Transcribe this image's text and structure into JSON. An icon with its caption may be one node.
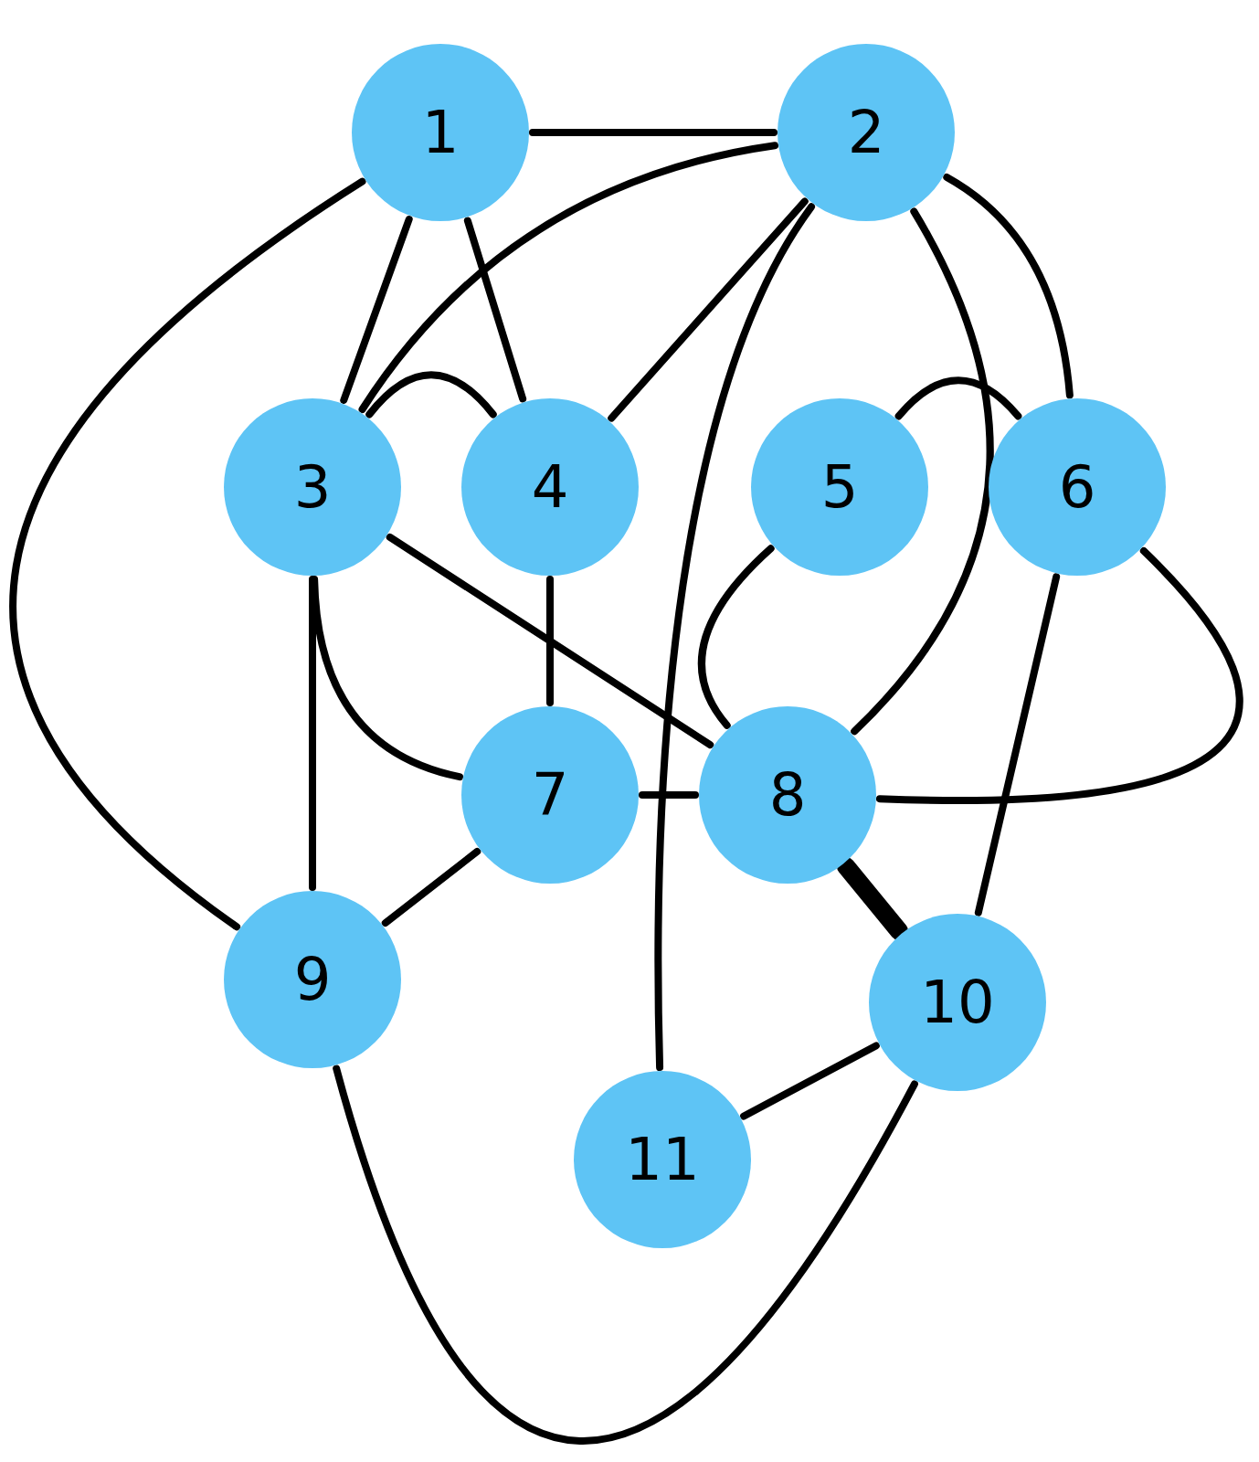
{
  "diagram": {
    "nodes": [
      {
        "text": [
          "1"
        ]
      },
      {
        "text": [
          "2"
        ]
      },
      {
        "text": [
          "3"
        ]
      },
      {
        "text": [
          "4"
        ]
      },
      {
        "text": [
          "5"
        ]
      },
      {
        "text": [
          "6"
        ]
      },
      {
        "text": [
          "7"
        ]
      },
      {
        "text": [
          "8"
        ]
      },
      {
        "text": [
          "9"
        ]
      },
      {
        "text": [
          "10"
        ]
      },
      {
        "text": [
          "11"
        ]
      }
    ],
    "edges": [
      {
        "from": 0,
        "to": 1,
        "arrow": "none"
      },
      {
        "from": 0,
        "to": 2,
        "arrow": "none"
      },
      {
        "from": 0,
        "to": 3,
        "arrow": "none"
      },
      {
        "from": 0,
        "to": 8,
        "arrow": "none"
      },
      {
        "from": 1,
        "to": 2,
        "arrow": "none"
      },
      {
        "from": 1,
        "to": 3,
        "arrow": "none"
      },
      {
        "from": 1,
        "to": 10,
        "arrow": "none"
      },
      {
        "from": 1,
        "to": 7,
        "arrow": "none"
      },
      {
        "from": 1,
        "to": 5,
        "arrow": "none"
      },
      {
        "from": 2,
        "to": 3,
        "arrow": "none"
      },
      {
        "from": 4,
        "to": 5,
        "arrow": "none"
      },
      {
        "from": 2,
        "to": 7,
        "arrow": "none"
      },
      {
        "from": 2,
        "to": 6,
        "arrow": "none"
      },
      {
        "from": 2,
        "to": 8,
        "arrow": "none"
      },
      {
        "from": 3,
        "to": 6,
        "arrow": "none"
      },
      {
        "from": 4,
        "to": 7,
        "arrow": "none"
      },
      {
        "from": 5,
        "to": 7,
        "arrow": "none"
      },
      {
        "from": 5,
        "to": 9,
        "arrow": "none"
      },
      {
        "from": 6,
        "to": 7,
        "arrow": "none"
      },
      {
        "from": 6,
        "to": 8,
        "arrow": "none"
      },
      {
        "from": 7,
        "to": 9,
        "arrow": "none",
        "style": "thick"
      },
      {
        "from": 9,
        "to": 10,
        "arrow": "none"
      },
      {
        "from": 8,
        "to": 9,
        "arrow": "none"
      }
    ]
  }
}
